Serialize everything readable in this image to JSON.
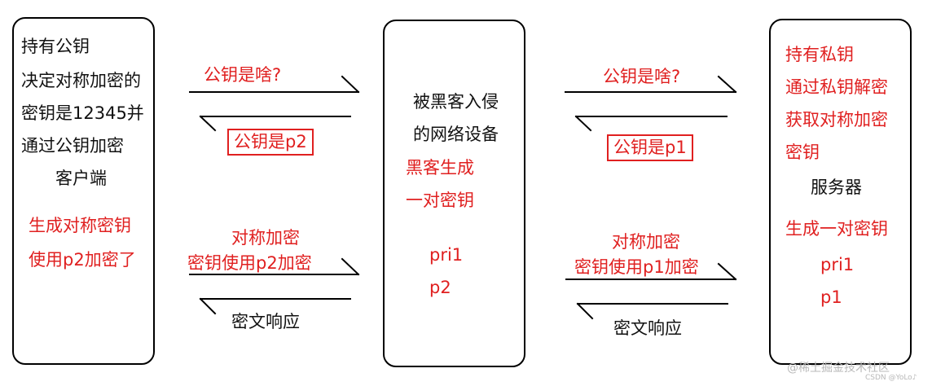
{
  "client": {
    "lines": [
      "持有公钥",
      "决定对称加密的",
      "密钥是12345并",
      "通过公钥加密"
    ],
    "title": "客户端",
    "red_lines": [
      "生成对称密钥",
      "使用p2加密了"
    ]
  },
  "hacker": {
    "lines": [
      "被黑客入侵",
      "的网络设备"
    ],
    "red_lines": [
      "黑客生成",
      "一对密钥"
    ],
    "keys": [
      "pri1",
      "p2"
    ]
  },
  "server": {
    "red_lines": [
      "持有私钥",
      "通过私钥解密",
      "获取对称加密",
      "密钥"
    ],
    "title": "服务器",
    "red_bottom": "生成一对密钥",
    "keys": [
      "pri1",
      "p1"
    ]
  },
  "left_messages": {
    "ask": "公钥是啥?",
    "reply": "公钥是p2",
    "send_1": "对称加密",
    "send_2": "密钥使用p2加密",
    "response": "密文响应"
  },
  "right_messages": {
    "ask": "公钥是啥?",
    "reply": "公钥是p1",
    "send_1": "对称加密",
    "send_2": "密钥使用p1加密",
    "response": "密文响应"
  },
  "watermark": {
    "main": "@稀土掘金技术社区",
    "sub": "CSDN @YoLo♪"
  },
  "colors": {
    "red": "#e02020",
    "line": "#000000"
  }
}
